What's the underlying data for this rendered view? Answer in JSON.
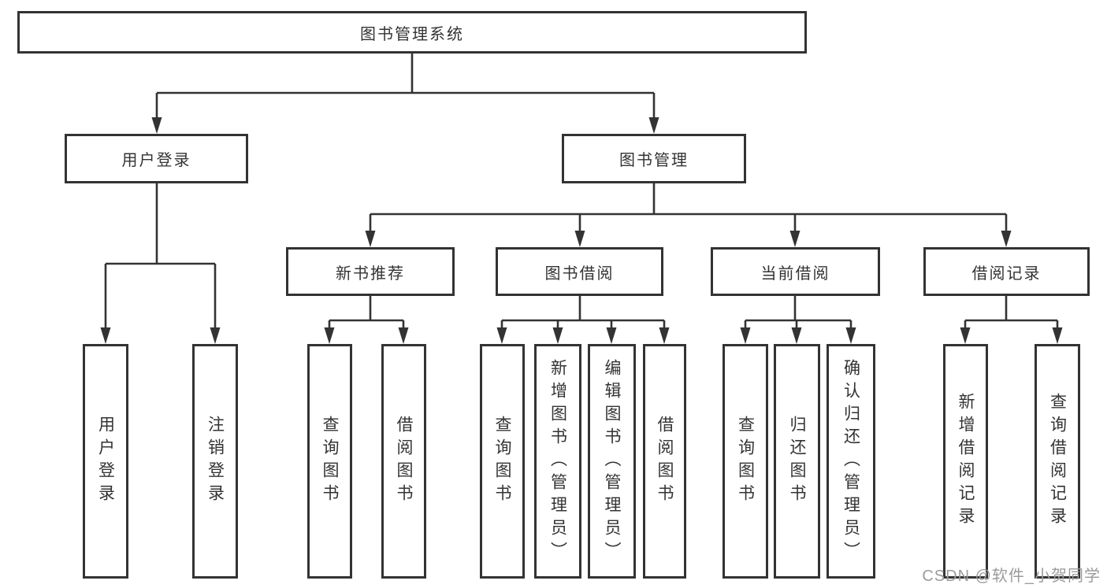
{
  "diagram": {
    "title": "图书管理系统",
    "level2": [
      {
        "label": "用户登录"
      },
      {
        "label": "图书管理"
      }
    ],
    "level3": [
      {
        "label": "新书推荐"
      },
      {
        "label": "图书借阅"
      },
      {
        "label": "当前借阅"
      },
      {
        "label": "借阅记录"
      }
    ],
    "leaves": [
      {
        "label": "用户登录"
      },
      {
        "label": "注销登录"
      },
      {
        "label": "查询图书"
      },
      {
        "label": "借阅图书"
      },
      {
        "label": "查询图书"
      },
      {
        "label": "新增图书（管理员）"
      },
      {
        "label": "编辑图书（管理员）"
      },
      {
        "label": "借阅图书"
      },
      {
        "label": "查询图书"
      },
      {
        "label": "归还图书"
      },
      {
        "label": "确认归还（管理员）"
      },
      {
        "label": "新增借阅记录"
      },
      {
        "label": "查询借阅记录"
      }
    ],
    "watermark": "CSDN @软件_小贺同学",
    "colors": {
      "line": "#333333",
      "box_border": "#333333",
      "text": "#333333",
      "watermark": "#9b9b9b",
      "background": "#ffffff"
    }
  }
}
